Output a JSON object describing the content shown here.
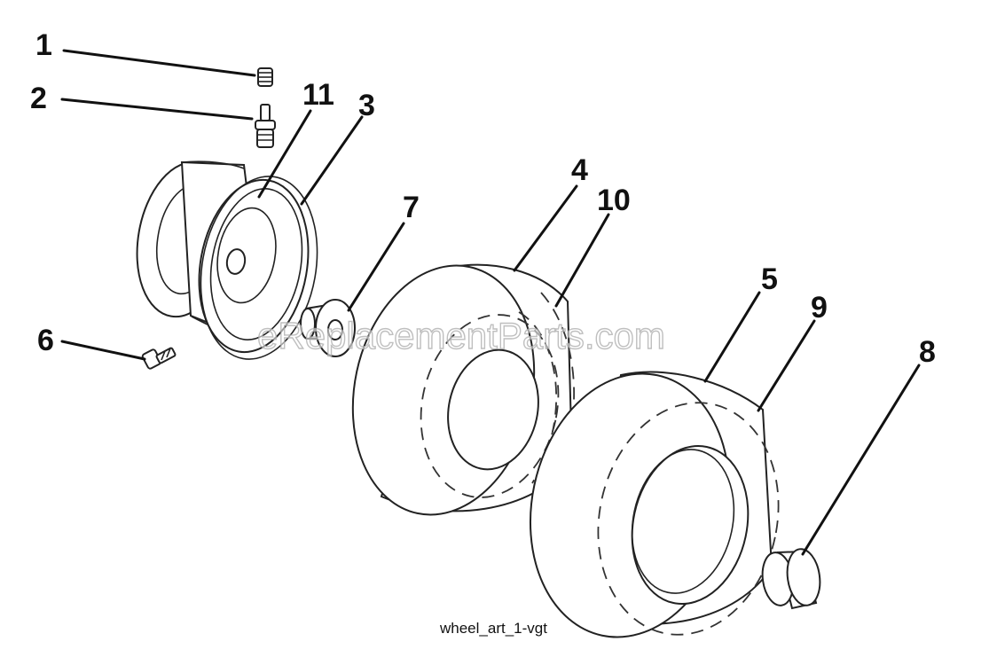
{
  "diagram": {
    "callouts": [
      "1",
      "2",
      "11",
      "3",
      "4",
      "10",
      "7",
      "5",
      "9",
      "8",
      "6"
    ],
    "caption": "wheel_art_1-vgt",
    "watermark": "eReplacementParts.com"
  }
}
